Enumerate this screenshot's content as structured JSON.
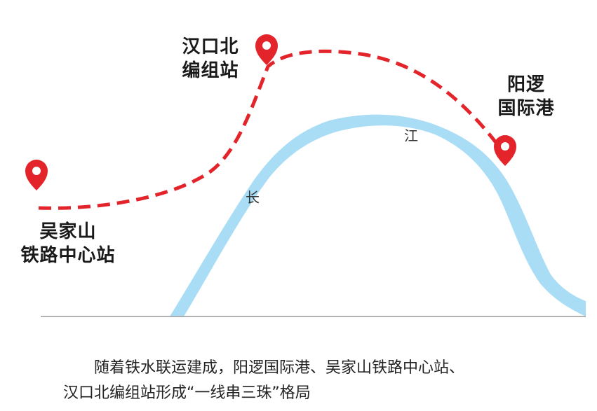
{
  "stations": {
    "hankou_north": {
      "line1": "汉口北",
      "line2": "编组站"
    },
    "yangluo": {
      "line1": "阳逻",
      "line2": "国际港"
    },
    "wujiashan": {
      "line1": "吴家山",
      "line2": "铁路中心站"
    }
  },
  "river": {
    "char1": "长",
    "char2": "江"
  },
  "caption": {
    "line1": "随着铁水联运建成，阳逻国际港、吴家山铁路中心站、",
    "line2": "汉口北编组站形成“一线串三珠”格局"
  },
  "colors": {
    "route": "#e3242b",
    "pin": "#e3242b",
    "river": "#a9ddf5",
    "baseline": "#9a9a9a"
  },
  "icons": {
    "pin": "map-pin-icon"
  }
}
